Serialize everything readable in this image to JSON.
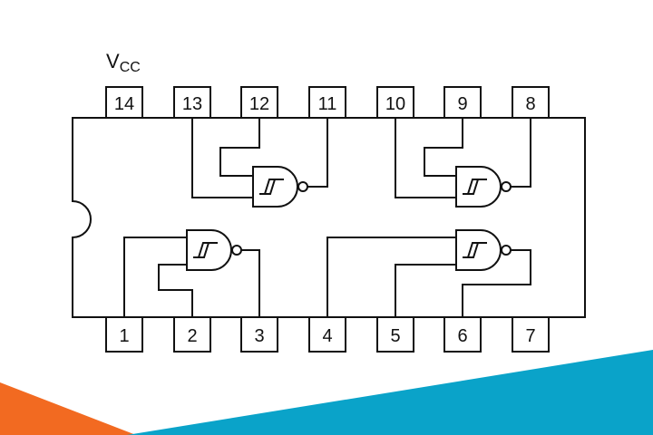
{
  "power_label": {
    "main": "V",
    "sub": "CC"
  },
  "pins_top": [
    "14",
    "13",
    "12",
    "11",
    "10",
    "9",
    "8"
  ],
  "pins_bottom": [
    "1",
    "2",
    "3",
    "4",
    "5",
    "6",
    "7"
  ],
  "colors": {
    "line": "#111111",
    "background": "#ffffff",
    "accent_orange": "#f26a21",
    "accent_blue": "#0aa3c9"
  }
}
